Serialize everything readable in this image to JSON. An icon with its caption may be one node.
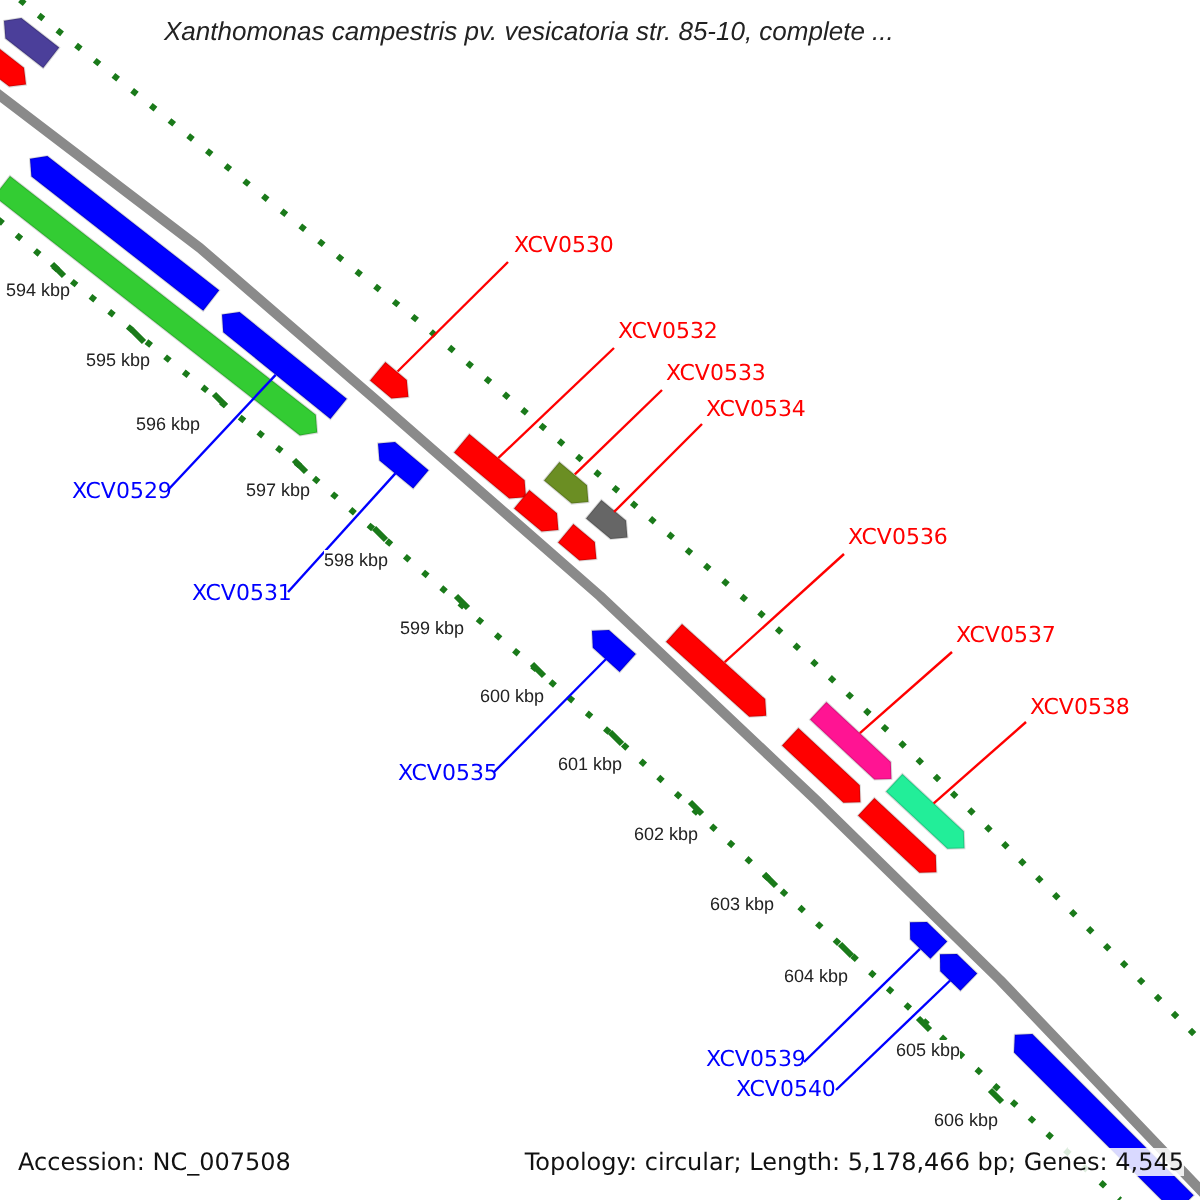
{
  "diagram": {
    "title": "Xanthomonas campestris pv. vesicatoria str. 85-10, complete ...",
    "nodes": [
      {
        "text": [
          "XCV0530"
        ]
      },
      {
        "text": [],
        "shape": "arrow"
      },
      {
        "text": [
          "XCV0532"
        ]
      },
      {
        "text": [],
        "shape": "arrow"
      },
      {
        "text": [
          "XCV0533"
        ]
      },
      {
        "text": [],
        "shape": "arrow"
      },
      {
        "text": [
          "XCV0534"
        ]
      },
      {
        "text": [],
        "shape": "arrow"
      },
      {
        "text": [
          "XCV0529"
        ]
      },
      {
        "text": [],
        "shape": "arrow"
      },
      {
        "text": [
          "XCV0536"
        ]
      },
      {
        "text": [],
        "shape": "arrow"
      },
      {
        "text": [
          "XCV0531"
        ]
      },
      {
        "text": [],
        "shape": "arrow"
      },
      {
        "text": [
          "XCV0537"
        ]
      },
      {
        "text": [],
        "shape": "arrow"
      },
      {
        "text": [
          "XCV0538"
        ]
      },
      {
        "text": [],
        "shape": "arrow"
      },
      {
        "text": [
          "XCV0535"
        ]
      },
      {
        "text": [],
        "shape": "arrow"
      },
      {
        "text": [
          "XCV0539"
        ]
      },
      {
        "text": [],
        "shape": "arrow"
      },
      {
        "text": [
          "XCV0540"
        ]
      },
      {
        "text": [],
        "shape": "arrow"
      },
      {
        "text": [],
        "shape": "arrow"
      },
      {
        "text": [],
        "shape": "arrow"
      },
      {
        "text": [],
        "shape": "arrow"
      },
      {
        "text": [],
        "shape": "arrow"
      },
      {
        "text": [],
        "shape": "arrow"
      },
      {
        "text": [],
        "shape": "arrow"
      },
      {
        "text": [],
        "shape": "arrow"
      },
      {
        "text": [],
        "shape": "arrow"
      },
      {
        "text": [],
        "shape": "arrow"
      }
    ],
    "edges": [
      {
        "from": 0,
        "to": 1,
        "arrow": "none"
      },
      {
        "from": 2,
        "to": 3,
        "arrow": "none"
      },
      {
        "from": 4,
        "to": 5,
        "arrow": "none"
      },
      {
        "from": 6,
        "to": 7,
        "arrow": "none"
      },
      {
        "from": 8,
        "to": 9,
        "arrow": "none",
        "color": "#0000ff"
      },
      {
        "from": 10,
        "to": 11,
        "arrow": "none"
      },
      {
        "from": 12,
        "to": 13,
        "arrow": "none",
        "color": "#0000ff"
      },
      {
        "from": 14,
        "to": 15,
        "arrow": "none"
      },
      {
        "from": 16,
        "to": 17,
        "arrow": "none"
      },
      {
        "from": 18,
        "to": 19,
        "arrow": "none",
        "color": "#0000ff"
      },
      {
        "from": 20,
        "to": 21,
        "arrow": "none",
        "color": "#0000ff"
      },
      {
        "from": 22,
        "to": 23,
        "arrow": "none",
        "color": "#0000ff"
      }
    ],
    "labels": [
      "594 kbp",
      "595 kbp",
      "596 kbp",
      "597 kbp",
      "598 kbp",
      "599 kbp",
      "600 kbp",
      "601 kbp",
      "602 kbp",
      "603 kbp",
      "604 kbp",
      "605 kbp",
      "606 kbp",
      "Accession: NC_007508",
      "Topology: circular; Length: 5,178,466 bp; Genes: 4,545"
    ]
  }
}
